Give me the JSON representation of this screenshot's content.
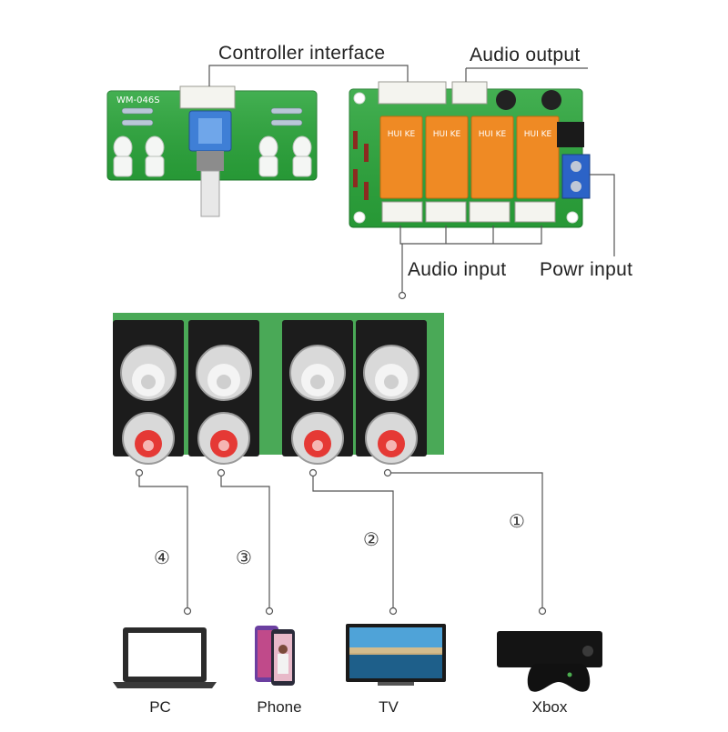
{
  "labels": {
    "controller_interface": "Controller interface",
    "audio_output": "Audio output",
    "audio_input": "Audio input",
    "power_input": "Powr input"
  },
  "board": {
    "controller_silk": "WM-046S",
    "relay_text": "HUI KE"
  },
  "channels": [
    {
      "number": "④",
      "device": "PC"
    },
    {
      "number": "③",
      "device": "Phone"
    },
    {
      "number": "②",
      "device": "TV"
    },
    {
      "number": "①",
      "device": "Xbox"
    }
  ],
  "colors": {
    "pcb_green": "#27a63b",
    "relay_orange": "#ef8a24",
    "rca_red": "#e53935",
    "rca_white": "#f2f2f2",
    "line": "#555555"
  }
}
